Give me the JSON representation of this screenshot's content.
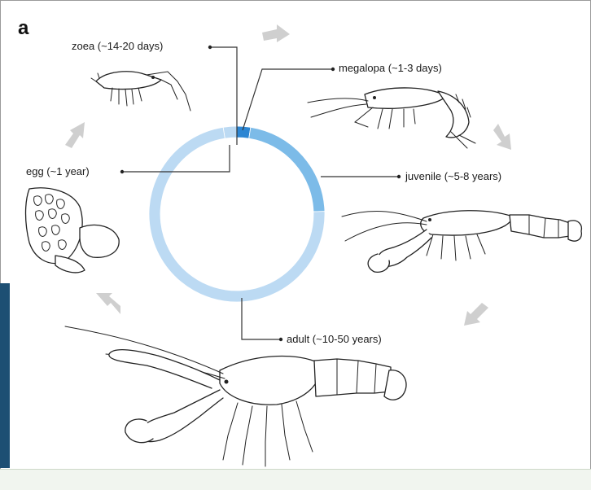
{
  "panel_label": "a",
  "stages": [
    {
      "id": "egg",
      "label": "egg (~1 year)",
      "fraction": 0.025,
      "color": "#bcdaf3"
    },
    {
      "id": "zoea",
      "label": "zoea (~14-20 days)",
      "fraction": 0.025,
      "color": "#2c86d3"
    },
    {
      "id": "megalopa",
      "label": "megalopa (~1-3 days)",
      "fraction": 0.22,
      "color": "#7cbbe8"
    },
    {
      "id": "juvenile",
      "label": "juvenile (~5-8 years)",
      "fraction": 0.73,
      "color": "#bcdaf3"
    },
    {
      "id": "adult",
      "label": "adult (~10-50 years)"
    }
  ],
  "colors": {
    "ring_light": "#bcdaf3",
    "ring_mid": "#7cbbe8",
    "ring_dark": "#2c86d3",
    "arrow": "#cfcfcf",
    "side_bar": "#1d4f73"
  }
}
